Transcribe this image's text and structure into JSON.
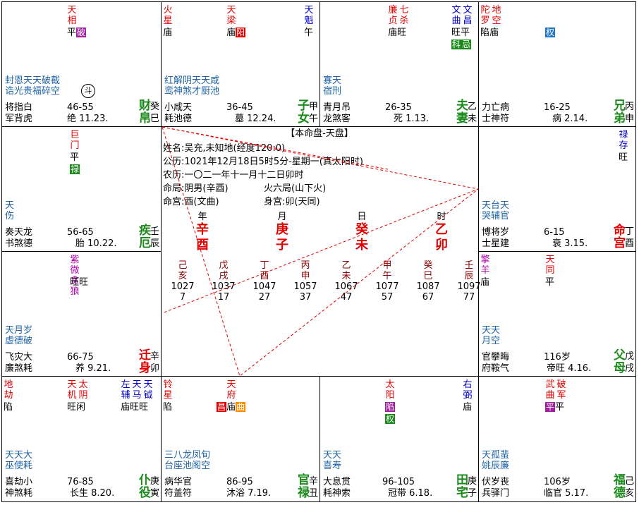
{
  "center": {
    "title": "【本命盘-天盘】",
    "name": "姓名:吴充,未知地(经度120:0)",
    "solar": "公历:1021年12月18日5时5分-星期一(真太阳时)",
    "lunar": "农历:一〇二一年十一月十二日卯时",
    "mingju": "命局:阴男(辛酉)",
    "wuxing": "火六局(山下火)",
    "minggong": "命宫:酉(文曲)",
    "shengong": "身宫:卯(天同)",
    "pillars": [
      {
        "label": "年",
        "stem": "辛",
        "branch": "酉"
      },
      {
        "label": "月",
        "stem": "庚",
        "branch": "子"
      },
      {
        "label": "日",
        "stem": "癸",
        "branch": "未"
      },
      {
        "label": "时",
        "stem": "乙",
        "branch": "卯"
      }
    ],
    "dayun": [
      {
        "stem": "己",
        "branch": "亥",
        "year": "1027",
        "age": "7"
      },
      {
        "stem": "戊",
        "branch": "戌",
        "year": "1037",
        "age": "17"
      },
      {
        "stem": "丁",
        "branch": "酉",
        "year": "1047",
        "age": "27"
      },
      {
        "stem": "丙",
        "branch": "申",
        "year": "1057",
        "age": "37"
      },
      {
        "stem": "乙",
        "branch": "未",
        "year": "1067",
        "age": "47"
      },
      {
        "stem": "甲",
        "branch": "午",
        "year": "1077",
        "age": "57"
      },
      {
        "stem": "癸",
        "branch": "巳",
        "year": "1087",
        "age": "67"
      },
      {
        "stem": "壬",
        "branch": "辰",
        "year": "1097",
        "age": "77"
      }
    ]
  },
  "cells": {
    "si": {
      "stars": [
        {
          "name": "天相",
          "bright": "平",
          "hua": "破"
        }
      ],
      "minor": [
        "封恩天天破截",
        "诰光贵福碎空"
      ],
      "seal": "斗",
      "row1": [
        "将指白",
        "46-55"
      ],
      "row2": [
        "军背虎",
        "绝 11.23."
      ],
      "palace": [
        "财",
        "帛"
      ],
      "stem": [
        "癸",
        "巳"
      ]
    },
    "wu": {
      "stars": [
        {
          "name": "火星",
          "bright": "庙"
        },
        {
          "name": "天梁",
          "bright": "庙",
          "hua": "阳"
        },
        {
          "name": "天魁",
          "bright": "午"
        }
      ],
      "minor": [
        "红解阴天天咸",
        "鸾神煞才厨池"
      ],
      "row1": [
        "小咸天",
        "36-45"
      ],
      "row2": [
        "耗池德",
        "墓 12.24."
      ],
      "palace": [
        "子",
        "女"
      ],
      "stem": [
        "甲",
        "午"
      ]
    },
    "wei": {
      "stars": [
        {
          "name": "廉贞",
          "bright": "庙"
        },
        {
          "name": "七杀",
          "bright": "旺"
        },
        {
          "name": "文曲",
          "bright": "旺"
        },
        {
          "name": "文昌",
          "bright": "平"
        }
      ],
      "hua": [
        "科",
        "忌"
      ],
      "minor": [
        "寡天",
        "宿刑"
      ],
      "row1": [
        "青月吊",
        "26-35"
      ],
      "row2": [
        "龙煞客",
        "死 1.13."
      ],
      "palace": [
        "夫",
        "妻"
      ],
      "stem": [
        "乙",
        "未"
      ]
    },
    "shen": {
      "stars": [
        {
          "name": "陀罗",
          "bright": "陷"
        },
        {
          "name": "地空",
          "bright": "庙"
        }
      ],
      "extra": "权",
      "row1": [
        "力亡病",
        "16-25"
      ],
      "row2": [
        "士神符",
        "病 2.14."
      ],
      "palace": [
        "兄",
        "弟"
      ],
      "stem": [
        "丙",
        "申"
      ]
    },
    "chen": {
      "stars": [
        {
          "name": "巨门",
          "bright": "平",
          "hua": "禄"
        }
      ],
      "minor": [
        "天",
        "伤"
      ],
      "row1": [
        "奏天龙",
        "56-65"
      ],
      "row2": [
        "书煞德",
        "胎 10.22."
      ],
      "palace": [
        "疾",
        "厄"
      ],
      "stem": [
        "壬",
        "辰"
      ]
    },
    "you": {
      "stars": [
        {
          "name": "禄存",
          "bright": "旺"
        }
      ],
      "minor": [
        "天台天",
        "哭辅官"
      ],
      "row1": [
        "博将岁",
        "6-15"
      ],
      "row2": [
        "士星建",
        "衰 3.15."
      ],
      "palace": [
        "命",
        "宫"
      ],
      "stem": [
        "丁",
        "酉"
      ]
    },
    "mao": {
      "stars": [
        {
          "name": "紫微",
          "bright": "旺"
        },
        {
          "name": "贪狼",
          "bright": "旺"
        }
      ],
      "minor": [
        "天月岁",
        "虚德破"
      ],
      "row1": [
        "飞灾大",
        "66-75"
      ],
      "row2": [
        "廉煞耗",
        "养 9.21."
      ],
      "palace": [
        "迁",
        "身"
      ],
      "stem": [
        "辛",
        "卯"
      ]
    },
    "xu": {
      "stars": [
        {
          "name": "擎羊",
          "bright": "庙"
        },
        {
          "name": "天同",
          "bright": "平"
        }
      ],
      "minor": [
        "天天",
        "月空"
      ],
      "row1": [
        "官攀晦",
        "116岁"
      ],
      "row2": [
        "府鞍气",
        "帝旺 4.16."
      ],
      "palace": [
        "父",
        "母"
      ],
      "stem": [
        "戊",
        "戌"
      ]
    },
    "yin": {
      "stars": [
        {
          "name": "地劫",
          "bright": "陷"
        },
        {
          "name": "天机",
          "bright": "旺"
        },
        {
          "name": "太阴",
          "bright": "闲"
        },
        {
          "name": "左辅",
          "bright": "庙"
        },
        {
          "name": "天马",
          "bright": "旺"
        },
        {
          "name": "天钺",
          "bright": "旺"
        }
      ],
      "minor": [
        "天天大",
        "巫使耗"
      ],
      "row1": [
        "喜劫小",
        "76-85"
      ],
      "row2": [
        "神煞耗",
        "长生 8.20."
      ],
      "palace": [
        "仆",
        "役"
      ],
      "stem": [
        "庚",
        "寅"
      ]
    },
    "chou": {
      "stars": [
        {
          "name": "铃星",
          "bright": "陷"
        },
        {
          "name": "天府",
          "bright": "庙"
        }
      ],
      "hua": [
        "昌",
        "曲"
      ],
      "minor": [
        "三八龙凤旬",
        "台座池阁空"
      ],
      "row1": [
        "病华官",
        "86-95"
      ],
      "row2": [
        "符盖符",
        "沐浴 7.19."
      ],
      "palace": [
        "官",
        "禄"
      ],
      "stem": [
        "辛",
        "丑"
      ]
    },
    "zi": {
      "stars": [
        {
          "name": "太阳",
          "bright": "陷"
        },
        {
          "name": "右弼",
          "bright": "庙"
        }
      ],
      "hua": [
        "权"
      ],
      "minor": [
        "天天",
        "喜寿"
      ],
      "row1": [
        "大息贯",
        "96-105"
      ],
      "row2": [
        "耗神索",
        "冠带 6.18."
      ],
      "palace": [
        "田",
        "宅"
      ],
      "stem": [
        "庚",
        "子"
      ]
    },
    "hai": {
      "stars": [
        {
          "name": "武曲",
          "bright": "平"
        },
        {
          "name": "破军",
          "bright": "平"
        }
      ],
      "hua": [
        "平"
      ],
      "minor": [
        "天孤蜚",
        "姚辰廉"
      ],
      "row1": [
        "伏岁丧",
        "106岁"
      ],
      "row2": [
        "兵驿门",
        "临官 5.17."
      ],
      "palace": [
        "福",
        "德"
      ],
      "stem": [
        "己",
        "亥"
      ]
    }
  }
}
